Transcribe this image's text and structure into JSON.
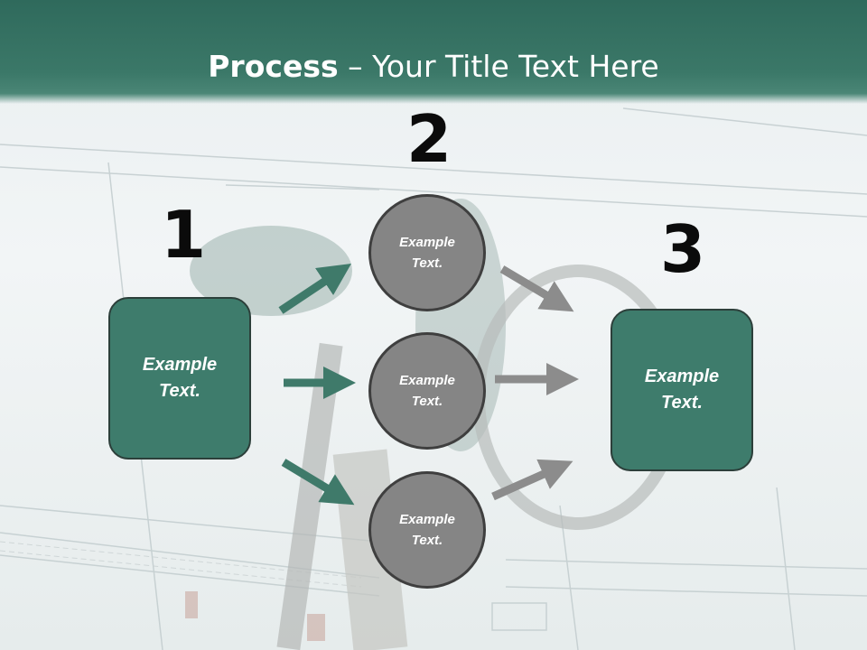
{
  "slide": {
    "title_bold": "Process",
    "title_rest": " – Your Title Text Here",
    "numbers": [
      "1",
      "2",
      "3"
    ],
    "left_box": "Example\nText.",
    "right_box": "Example\nText.",
    "circles": [
      "Example\nText.",
      "Example\nText.",
      "Example\nText."
    ]
  },
  "colors": {
    "title_bar": "#3b7868",
    "box_fill": "#3e7c6c",
    "circle_fill": "#858585",
    "arrow_green": "#3f7a6a",
    "arrow_gray": "#8c8c8c"
  },
  "background": "keys-on-blueprint-photo"
}
